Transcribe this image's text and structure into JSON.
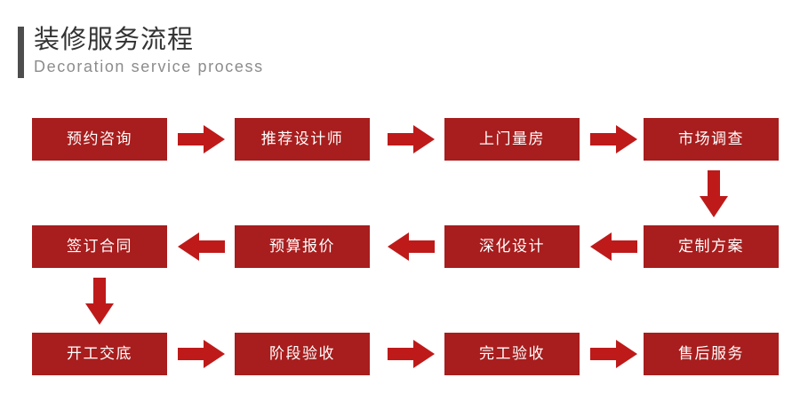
{
  "header": {
    "title_cn": "装修服务流程",
    "title_en": "Decoration service process",
    "accent_bar_color": "#4d4d4d",
    "title_color": "#333333",
    "subtitle_color": "#8c8c8c"
  },
  "theme": {
    "background": "#ffffff",
    "box_color": "#a81d1d",
    "arrow_color": "#be1a1a",
    "box_text_color": "#ffffff"
  },
  "flow": {
    "rows": [
      {
        "direction": "right",
        "steps": [
          {
            "label": "预约咨询"
          },
          {
            "label": "推荐设计师"
          },
          {
            "label": "上门量房"
          },
          {
            "label": "市场调查"
          }
        ]
      },
      {
        "direction": "left",
        "steps": [
          {
            "label": "签订合同"
          },
          {
            "label": "预算报价"
          },
          {
            "label": "深化设计"
          },
          {
            "label": "定制方案"
          }
        ]
      },
      {
        "direction": "right",
        "steps": [
          {
            "label": "开工交底"
          },
          {
            "label": "阶段验收"
          },
          {
            "label": "完工验收"
          },
          {
            "label": "售后服务"
          }
        ]
      }
    ],
    "connectors": {
      "row1_to_row2": {
        "icon": "arrow-down-icon",
        "column": 4
      },
      "row2_to_row3": {
        "icon": "arrow-down-icon",
        "column": 1
      }
    },
    "step_order": [
      "预约咨询",
      "推荐设计师",
      "上门量房",
      "市场调查",
      "定制方案",
      "深化设计",
      "预算报价",
      "签订合同",
      "开工交底",
      "阶段验收",
      "完工验收",
      "售后服务"
    ]
  }
}
